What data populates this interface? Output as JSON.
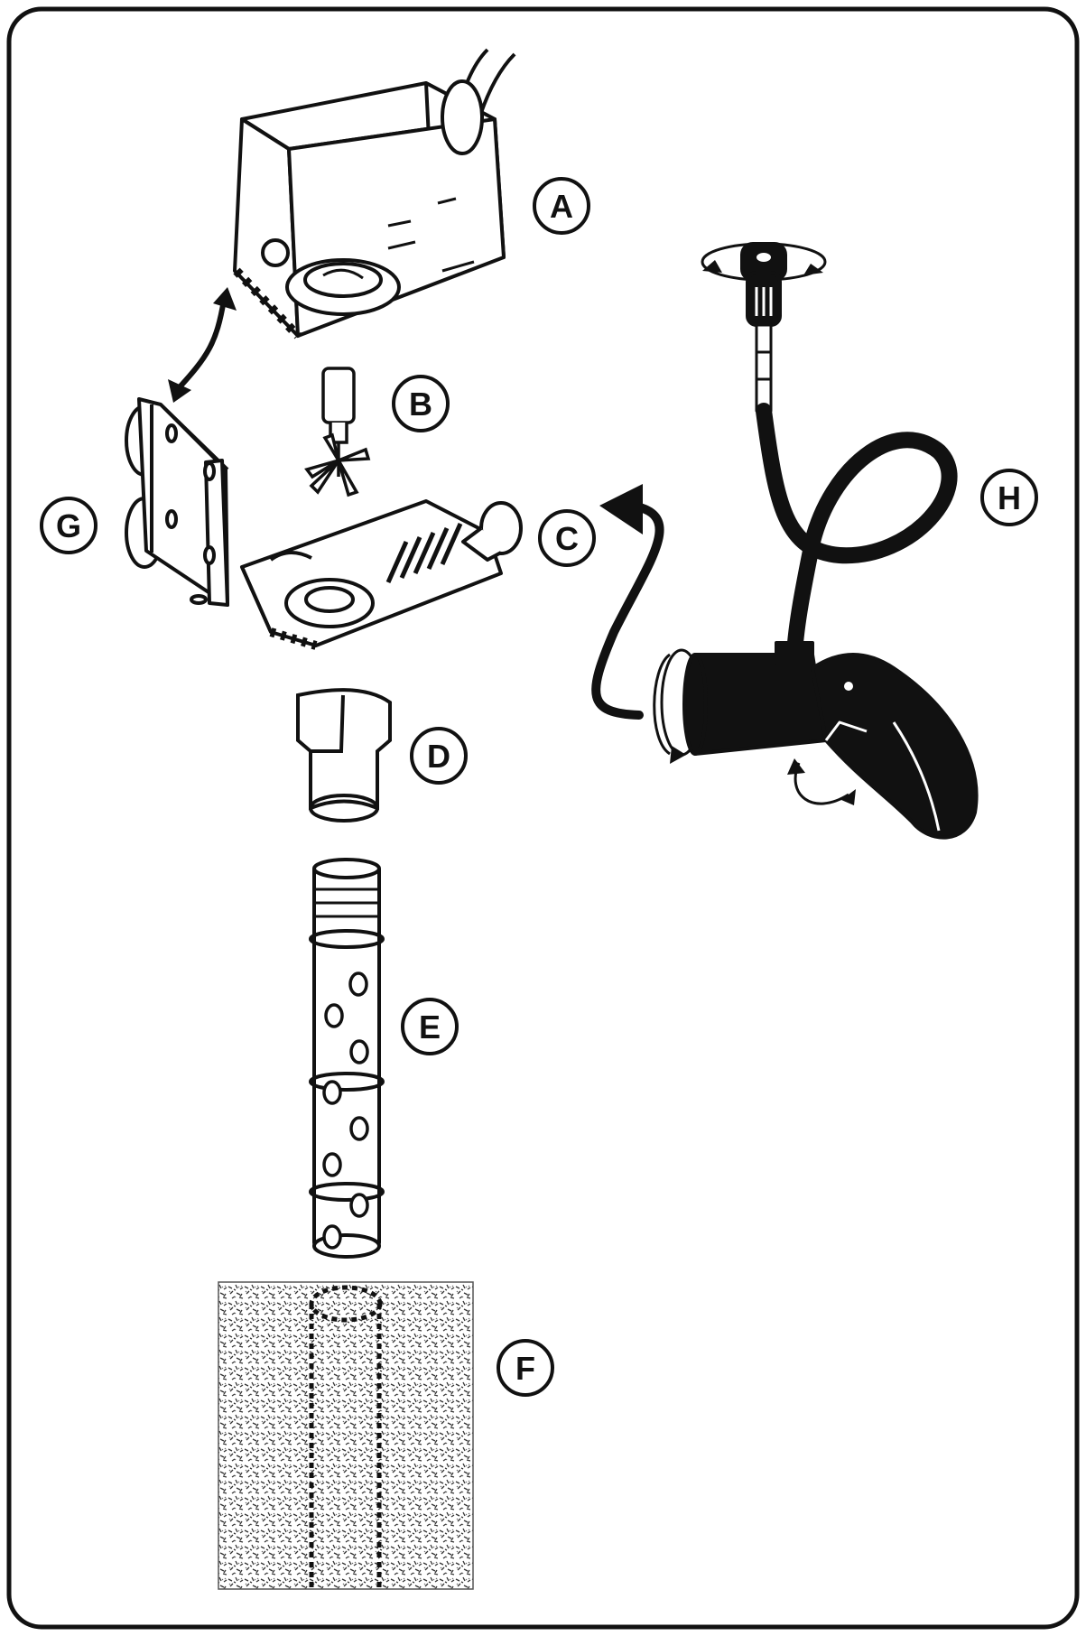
{
  "labels": {
    "a": "A",
    "b": "B",
    "c": "C",
    "d": "D",
    "e": "E",
    "f": "F",
    "g": "G",
    "h": "H"
  },
  "colors": {
    "ink": "#111111",
    "paper": "#ffffff",
    "sponge": "#9a9a9a"
  }
}
